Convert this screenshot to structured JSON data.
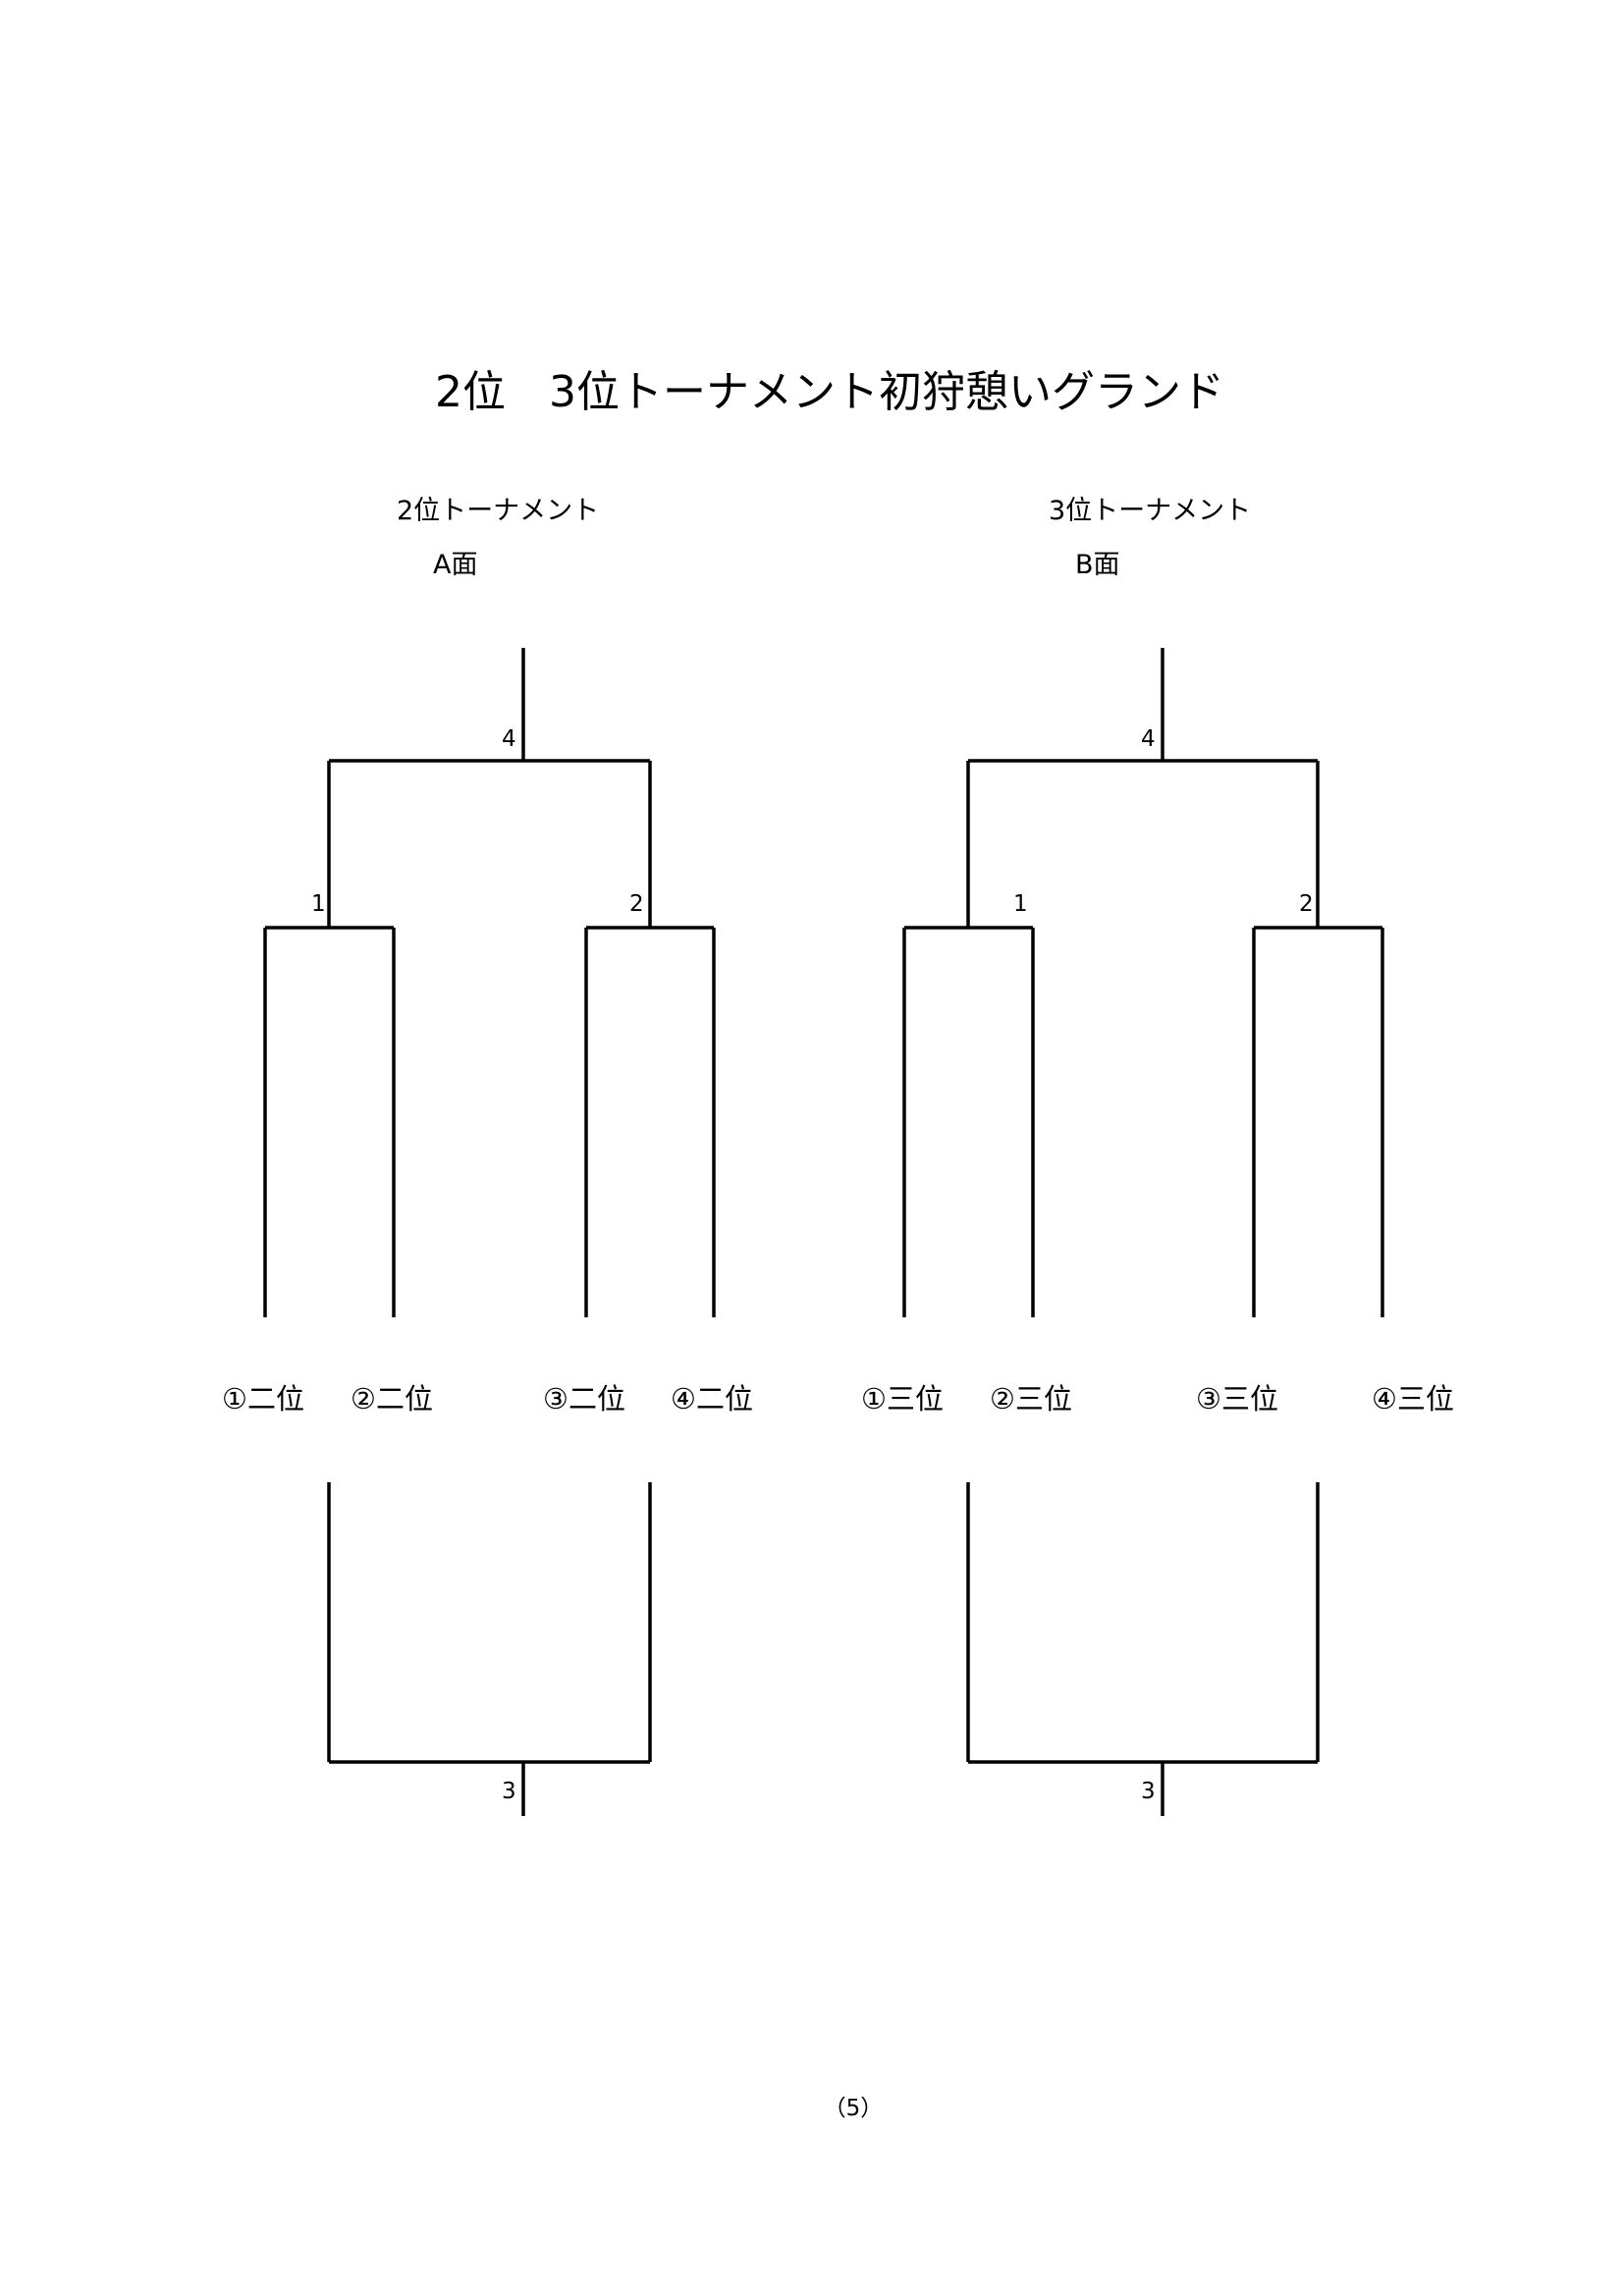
{
  "title": "2位　3位トーナメント初狩憩いグランド",
  "brackets": [
    {
      "heading": "2位トーナメント",
      "court": "A面",
      "match_labels": [
        "4",
        "1",
        "2",
        "3"
      ],
      "teams": [
        "①二位",
        "②二位",
        "③二位",
        "④二位"
      ]
    },
    {
      "heading": "3位トーナメント",
      "court": "B面",
      "match_labels": [
        "4",
        "1",
        "2",
        "3"
      ],
      "teams": [
        "①三位",
        "②三位",
        "③三位",
        "④三位"
      ]
    }
  ],
  "footer": "（5）"
}
